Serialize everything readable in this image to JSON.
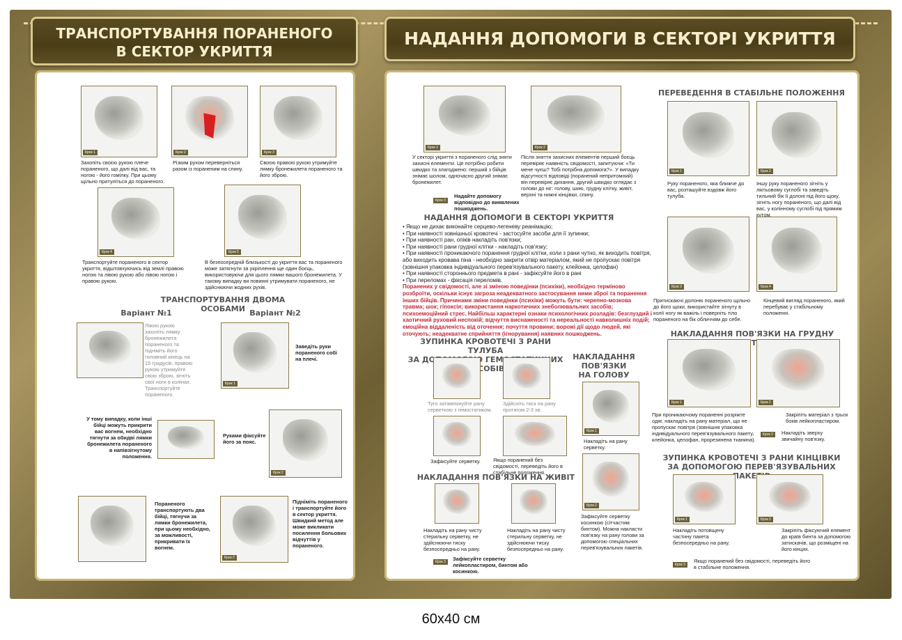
{
  "left_title": [
    "ТРАНСПОРТУВАННЯ ПОРАНЕНОГО",
    "В СЕКТОР УКРИТТЯ"
  ],
  "right_title": "НАДАННЯ ДОПОМОГИ В СЕКТОРІ УКРИТТЯ",
  "step_tags": [
    "Крок 1",
    "Крок 2",
    "Крок 3",
    "Крок 4",
    "Крок 5"
  ],
  "left": {
    "steps": [
      "Захопіть своєю рукою плече пораненого, що далі від вас, та ногою - його гомілку. При цьому щільно притуліться до пораненого.",
      "Різким рухом переверніться разом із пораненим на спину.",
      "Своєю правою рукою утримуйте лямку бронежилета пораненого та його зброю.",
      "Транспортуйте пораненого в сектор укриття, відштовхуючись від землі правою ногою та лівою рукою або лівою ногою і правою рукою.",
      "В безпосередній близькості до укриття вас та пораненого може затягнути за укріплення ще один боєць, використовуючи для цього лямки вашого бронежилета. У такому випадку ви повинні утримувати пораненого, не здійснюючи жодних рухів."
    ],
    "two_person_title": "ТРАНСПОРТУВАННЯ ДВОМА ОСОБАМИ",
    "variant1": "Варіант №1",
    "variant2": "Варіант №2",
    "v1_text": "Лівою рукою захопіть лямку бронежилета пораненого та підніміть його головний кінець на 15 градусів, правою рукою утримуйте свою зброю, зігніть свої ноги в колінах. Транспортуйте пораненого.",
    "v1_alt": "У тому випадку, коли інші бійці можуть прикрити вас вогнем, необхідно тягнути за обидві лямки бронежилета пораненого в напівзігнутому положення.",
    "v2_a": "Заведіть руки пораненого собі на плечі.",
    "v2_b": "Руками фіксуйте його за пояс.",
    "v_drag": "Пораненого транспортують два бійці, тягнучи за лямки бронежилета, при цьому необхідно, за можливості, прикривати їх вогнем.",
    "v_lift": "Підніміть пораненого і транспортуйте його в сектор укриття. Швидкий метод але може викликати посилення больових відчуттів у пораненого."
  },
  "right": {
    "intro1": "У секторі укриття з пораненого слід зняти захисні елементи. Це потрібно робити швидко та злагоджено: перший з бійців знімає шолом, одночасно другий знімає бронежилет.",
    "intro2": "Після зняття захисних елементів перший боєць перевіряє наявність свідомості, запитуючи: «Ти мене чуєш? Тобі потрібна допомога?». У випадку відсутності відповіді (поранений непритомний) він перевіряє дихання, другий швидко оглядає з голови до ніг: голову, шию, грудну клітку, живіт, верхні та нижні кінцівки, спину.",
    "intro3": "Надайте допомогу відповідно до виявлених пошкоджень.",
    "section_title": "НАДАННЯ ДОПОМОГИ В СЕКТОРІ УКРИТТЯ",
    "bullets": [
      "• Якщо не дихає виконайте серцево-легеневу реанімацію;",
      "• При наявності зовнішньої кровотечі - застосуйте засоби для її зупинки;",
      "• При наявності ран, опіків накладіть пов'язки;",
      "• При наявності рани грудної клітки - накладіть пов'язку;",
      "• При наявності проникаючого поранення грудної клітки, коли з рани чутно, як виходить повітря, або виходить кровава піна - необхідно закрити отвір матеріалом, який не пропускає повітря (зовнішня упаковка індивідуального перев'язувального пакету, клейонка, целофан)",
      "• При наявності стороннього предмета в рані - зафіксуйте його в рані",
      "• При переломах - фіксація переломів."
    ],
    "red_text": "Поранених у свідомості, але зі зміною поведінки (психіки), необхідно терміново розброїти, оскільки існує загроза неадекватного застосування ними зброї та поранення інших бійців. Причинами зміни поведінки (психіки) можуть бути: черепно-мозкова травма; шок; гіпоксія; використання наркотичних знеболювальних засобів; психоемоційний стрес. Найбільш характерні ознаки психологічних розладів: безглуздий і хаотичний руховий неспокій; відчуття виснаженості та нереальності навколишніх подій; емоційна віддаленість від оточення; почуття провини; ворожі дії щодо людей, які оточують; неадекватне сприйняття (ігнорування) наявних пошкоджень.",
    "stop_title": [
      "ЗУПИНКА КРОВОТЕЧІ З РАНИ ТУЛУБА",
      "ЗА ДОПОМОГОЮ ГЕМОСТАТИЧНИХ ЗАСОБІВ"
    ],
    "stop_steps": [
      "Туго затампонуйте рану серветкою з гемостатиком.",
      "Здійсніть тиск на рану протягом 2-3 хв.",
      "Зафіксуйте серветку.",
      "Якщо поранений без свідомості, переведіть його в стабільне положення."
    ],
    "head_title": [
      "НАКЛАДАННЯ",
      "ПОВ'ЯЗКИ",
      "НА ГОЛОВУ"
    ],
    "head_steps": [
      "Накладіть на рану серветку.",
      "Зафіксуйте серветку косинкою (сітчастим бинтом). Можна накласти пов'язку на рану голови за допомогою спеціальних перев'язувальних пакетів."
    ],
    "belly_title": "НАКЛАДАННЯ ПОВ'ЯЗКИ НА ЖИВІТ",
    "belly_steps": [
      "Накладіть на рану чисту стерильну серветку, не здійснюючи тиску безпосередньо на рану.",
      "Накладіть на рану чисту стерильну серветку, не здійснюючи тиску безпосередньо на рану.",
      "Зафіксуйте серветку лейкопластиром, бинтом або косинкою."
    ],
    "stable_title": "ПЕРЕВЕДЕННЯ В СТАБІЛЬНЕ ПОЛОЖЕННЯ",
    "stable_steps": [
      "Руку пораненого, яка ближче до вас, розташуйте вздовж його тулуба.",
      "Іншу руку пораненого зігніть у ліктьовому суглобі та заведіть тильний бік її долоні під його щоку, зігніть ногу пораненого, що далі від вас, у колінному суглобі під прямим кутом.",
      "Притискаючі долоню пораненого щільно до його щоки, використайте зігнуту в колії ногу як важіль і поверніть тіло пораненого на бік обличчям до себе.",
      "Кінцевий вигляд пораненого, який перебуває у стабільному положенні."
    ],
    "chest_title": "НАКЛАДАННЯ ПОВ'ЯЗКИ НА ГРУДНУ КЛІТКУ",
    "chest_steps": [
      "При проникаючому пораненні розріжте одяг, накладіть на рану матеріал, що не пропускає повітря (зовнішня упаковка індивідуального перев'язувального пакету, клейонка, целофан, прорезинена тканина).",
      "Закріпіть матеріал з трьох боків лейкопластиром.",
      "Накладіть зверху звичайну пов'язку."
    ],
    "limb_title": [
      "ЗУПИНКА КРОВОТЕЧІ З РАНИ КІНЦІВКИ",
      "ЗА ДОПОМОГОЮ ПЕРЕВ'ЯЗУВАЛЬНИХ ПАКЕТІВ"
    ],
    "limb_steps": [
      "Накладіть потовщену частину пакета безпосередньо на рану.",
      "Закріпіть фіксуючий елемент до країв бинта за допомогою затискачів, що розміщені на його кінцях.",
      "Якщо поранений без свідомості, переведіть його в стабільне положення."
    ]
  },
  "size_label": "60х40 см"
}
